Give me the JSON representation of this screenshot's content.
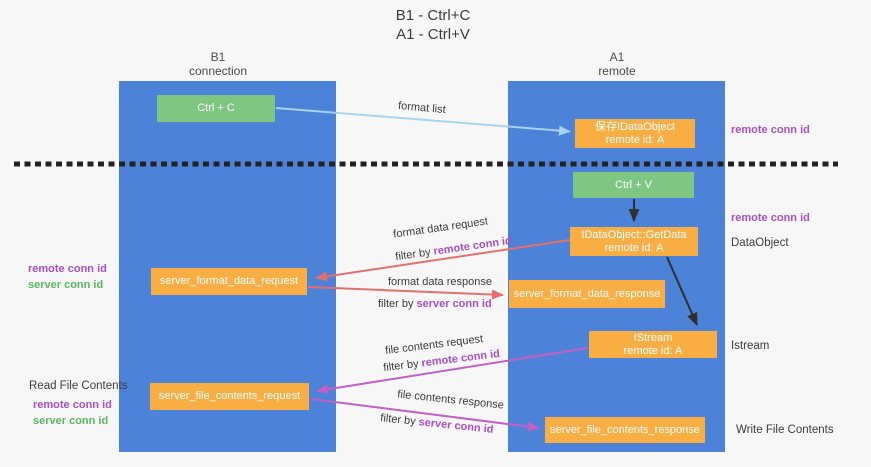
{
  "theme": {
    "bg": "#f7f7f8",
    "column-blue": "#4c82d8",
    "node-green": "#7ec681",
    "node-orange": "#f9ae43",
    "text-dark": "#3b3b3b",
    "purple": "#a84fc5",
    "green-label": "#5cb860",
    "arrow-salmon": "#e4706e",
    "arrow-magenta": "#c45fc6",
    "arrow-lightblue": "#a9d2ee",
    "arrow-black": "#2f2f2f"
  },
  "title": {
    "line1": "B1 - Ctrl+C",
    "line2": "A1 - Ctrl+V"
  },
  "lifelines": {
    "b1": {
      "name": "B1",
      "role": "connection"
    },
    "a1": {
      "name": "A1",
      "role": "remote"
    }
  },
  "nodes": {
    "ctrl_c": {
      "label": "Ctrl + C"
    },
    "save_idataobject": {
      "line1": "保存IDataObject",
      "line2": "remote id: A"
    },
    "ctrl_v": {
      "label": "Ctrl + V"
    },
    "idataobject_getdata": {
      "line1": "IDataObject::GetData",
      "line2": "remote id: A"
    },
    "server_format_data_request": {
      "label": "server_format_data_request"
    },
    "server_format_data_response": {
      "label": "server_format_data_response"
    },
    "istream": {
      "line1": "IStream",
      "line2": "remote id: A"
    },
    "server_file_contents_request": {
      "label": "server_file_contents_request"
    },
    "server_file_contents_response": {
      "label": "server_file_contents_response"
    }
  },
  "arrow_labels": {
    "format_list": "format list",
    "format_data_request": "format data request",
    "format_data_response": "format data response",
    "file_contents_request": "file contents request",
    "file_contents_response": "file contents response",
    "filter_by": "filter by",
    "remote_conn_id": "remote conn id",
    "server_conn_id": "server conn id"
  },
  "side_labels": {
    "left_top": {
      "remote": "remote conn id",
      "server": "server conn id"
    },
    "left_bottom": {
      "title": "Read File Contents",
      "remote": "remote conn id",
      "server": "server conn id"
    },
    "right": {
      "remote_1": "remote conn id",
      "remote_2": "remote conn id",
      "dataobject": "DataObject",
      "istream": "Istream",
      "write_file": "Write File Contents"
    }
  }
}
